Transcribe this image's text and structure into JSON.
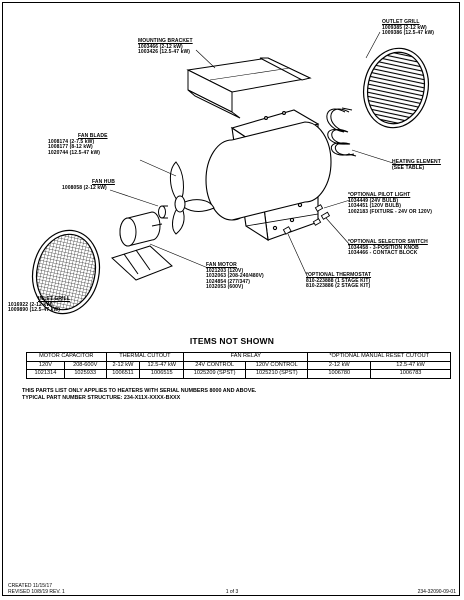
{
  "callouts": {
    "outlet_grill": {
      "title": "OUTLET GRILL",
      "lines": [
        "1009385 (2-12 kW)",
        "1009386 (12.5-47 kW)"
      ]
    },
    "mounting_bracket": {
      "title": "MOUNTING BRACKET",
      "lines": [
        "1003466 (2-12 kW)",
        "1003426 (12.5-47 kW)"
      ]
    },
    "fan_blade": {
      "title": "FAN BLADE",
      "lines": [
        "1008174 (2-7.5 kW)",
        "1008177 (8-12 kW)",
        "1020744 (12.5-47 kW)"
      ]
    },
    "fan_hub": {
      "title": "FAN HUB",
      "lines": [
        "1008058 (2-12 kW)"
      ]
    },
    "heating_element": {
      "title": "HEATING ELEMENT",
      "lines": [
        "(SEE TABLE)"
      ]
    },
    "pilot_light": {
      "title": "*OPTIONAL PILOT LIGHT",
      "lines": [
        "1034449 (24V BULB)",
        "1034451 (120V BULB)",
        "1002183 (FIXTURE - 24V OR 120V)"
      ]
    },
    "selector_switch": {
      "title": "*OPTIONAL SELECTOR SWITCH",
      "lines": [
        "1034458 - 3-POSITION KNOB",
        "1034466 - CONTACT BLOCK"
      ]
    },
    "thermostat": {
      "title": "*OPTIONAL THERMOSTAT",
      "lines": [
        "810-223888 (1 STAGE KIT)",
        "810-223886 (2 STAGE KIT)"
      ]
    },
    "fan_motor": {
      "title": "FAN MOTOR",
      "lines": [
        "1021203 (120V)",
        "1032063 (208-240/480V)",
        "1024854 (277/347)",
        "1032053 (600V)"
      ]
    },
    "inlet_grill": {
      "title": "INLET GRILL",
      "lines": [
        "1016922 (2-12 kW)",
        "1009890 (12.5-47 kW)"
      ]
    }
  },
  "items_not_shown": {
    "title": "ITEMS NOT SHOWN",
    "groups": {
      "motor_capacitor": {
        "title": "MOTOR CAPACITOR",
        "cols": [
          "120V",
          "208-600V"
        ],
        "values": [
          "1021314",
          "1025933"
        ]
      },
      "thermal_cutout": {
        "title": "THERMAL CUTOUT",
        "cols": [
          "2-12 kW",
          "12.5-47 kW"
        ],
        "values": [
          "1006511",
          "1006515"
        ]
      },
      "fan_relay": {
        "title": "FAN RELAY",
        "cols": [
          "24V CONTROL",
          "120V CONTROL"
        ],
        "values": [
          "1025209 (SPST)",
          "1025210 (SPST)"
        ]
      },
      "manual_reset_cutout": {
        "title": "*OPTIONAL MANUAL RESET CUTOUT",
        "cols": [
          "2-12 kW",
          "12.5-47 kW"
        ],
        "values": [
          "1006780",
          "1006783"
        ]
      }
    }
  },
  "notes": [
    "THIS PARTS LIST ONLY APPLIES TO HEATERS WITH SERIAL NUMBERS 8000 AND ABOVE.",
    "TYPICAL PART NUMBER STRUCTURE: 234-X11X-XXXX-BXXX"
  ],
  "footer": {
    "created": "CREATED 11/15/17",
    "revised": "REVISED 10/8/19 REV. 1",
    "page": "1 of 3",
    "doc_number": "234-32090-09-01"
  }
}
